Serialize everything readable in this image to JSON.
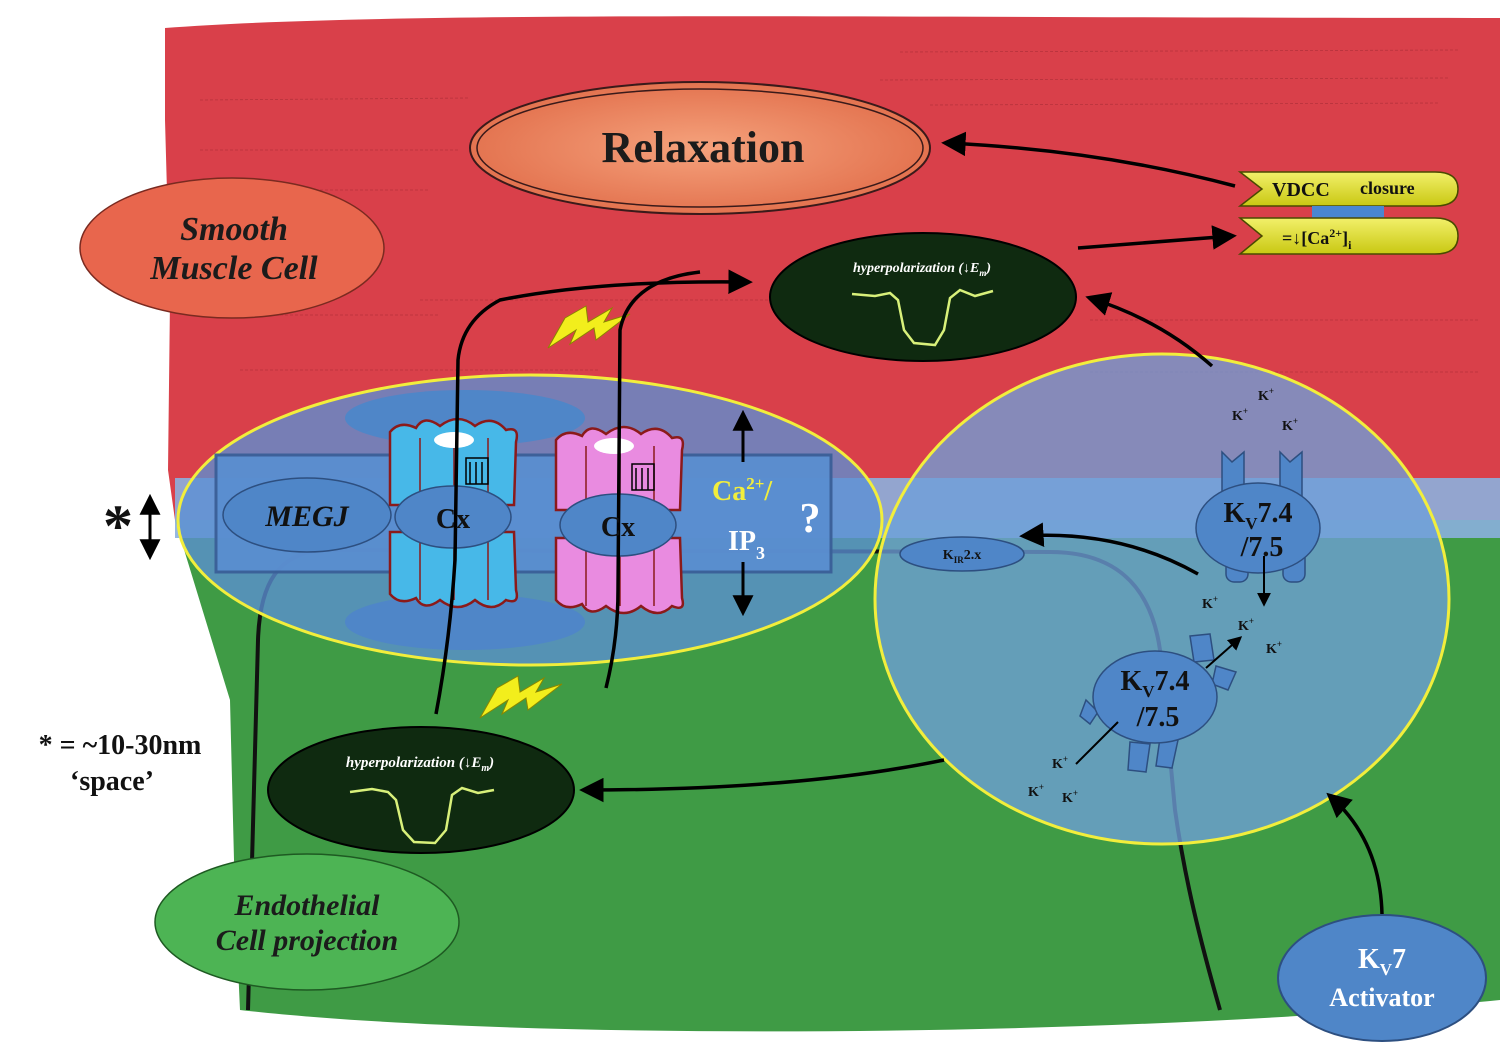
{
  "labels": {
    "relaxation": "Relaxation",
    "smooth_muscle_line1": "Smooth",
    "smooth_muscle_line2": "Muscle Cell",
    "endothelial_line1": "Endothelial",
    "endothelial_line2": "Cell projection",
    "megj": "MEGJ",
    "connexin": "Cx",
    "ca": "Ca",
    "ca_sup": "2+",
    "ca_slash": "/",
    "ip": "IP",
    "ip_sub": "3",
    "question": "?",
    "hyperpolarization": "hyperpolarization (↓E",
    "hyperpolarization_sub": "m",
    "hyperpolarization_close": ")",
    "vdcc": "VDCC",
    "closure": "closure",
    "calcium_prefix": "=↓[Ca",
    "calcium_sup": "2+",
    "calcium_suffix": "]",
    "calcium_sub": "i",
    "kv74_k": "K",
    "kv74_sub": "V",
    "kv74_num": "7.4",
    "kv74_line2": "/7.5",
    "kir_k": "K",
    "kir_sub": "IR",
    "kir_rest": "2.x",
    "potassium": "K",
    "potassium_sup": "+",
    "activator_k": "K",
    "activator_sub": "V",
    "activator_num": "7",
    "activator_line2": "Activator",
    "space_asterisk": "*",
    "space_line1": "* = ~10-30nm",
    "space_line2": "‘space’"
  },
  "colors": {
    "smooth_muscle": "#d9404a",
    "endothelial": "#3f9b45",
    "overlay_blue": "#6e9fd8",
    "outline_yellow": "#f2ee3c",
    "connexin_cyan": "#47b8e8",
    "connexin_pink": "#e98be0",
    "hyperpolarization_bg": "#0f2a10",
    "trace": "#d8f07a",
    "relaxation_fill": "#f08a60",
    "vdcc_yellow": "#e3e21a"
  }
}
